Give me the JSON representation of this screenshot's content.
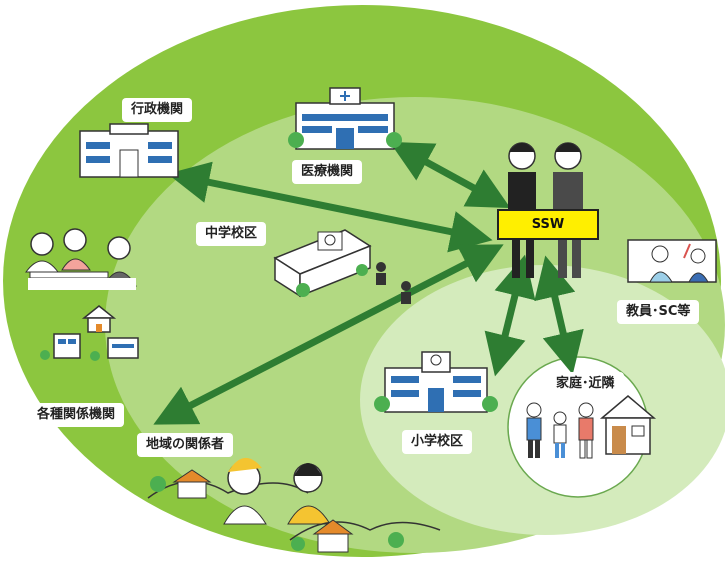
{
  "labels": {
    "admin": "行政機関",
    "medical": "医療機関",
    "middle_school_district": "中学校区",
    "ssw": "SSW",
    "teachers": "教員･SC等",
    "related_agencies": "各種関係機関",
    "community": "地域の関係者",
    "elementary_school_district": "小学校区",
    "family": "家庭･近隣"
  },
  "colors": {
    "outer_ellipse": "#8cc63f",
    "middle_ellipse": "#b2d982",
    "inner_ellipse": "#d4ebbc",
    "arrow": "#2e7d32",
    "ssw_box": "#ffef00",
    "building_blue": "#2f6fb3"
  }
}
